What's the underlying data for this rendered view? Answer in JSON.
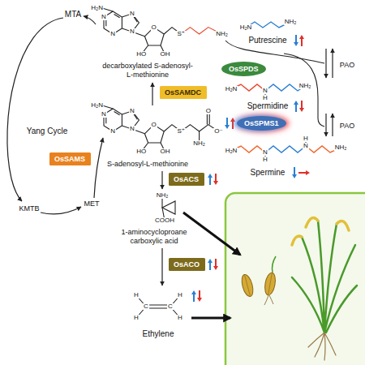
{
  "diagram": {
    "nodes": [
      {
        "text": [
          "OsSPDS"
        ]
      },
      {
        "text": [
          "OsSAMDC"
        ]
      },
      {
        "text": [
          "OsSPMS1"
        ]
      },
      {
        "text": [
          "OsSAMS"
        ]
      },
      {
        "text": [
          "OsACS"
        ]
      },
      {
        "text": [
          "OsACO"
        ]
      }
    ],
    "labels": [
      "MTA",
      "Yang Cycle",
      "MET",
      "KMTB",
      "decarboxylated S-adenosyl-L-methionine",
      "S-adenosyl-L-methionine",
      "1-aminocycloproane carboxylic acid",
      "Ethylene",
      "Putrescine",
      "Spermidine",
      "Spermine",
      "PAO",
      "PAO",
      "H₂N",
      "N",
      "N",
      "N",
      "N",
      "O",
      "HO",
      "OH",
      "S⁺",
      "NH₂",
      "H₂N",
      "N",
      "N",
      "N",
      "N",
      "O",
      "HO",
      "OH",
      "S⁺",
      "NH₂",
      "O",
      "O⁻",
      "NH₂",
      "COOH",
      "H",
      "H",
      "C",
      "C",
      "H",
      "H",
      "H₂N",
      "NH₂",
      "H₂N",
      "N",
      "H",
      "NH₂",
      "H₂N",
      "N",
      "H",
      "N",
      "H",
      "NH₂"
    ]
  }
}
